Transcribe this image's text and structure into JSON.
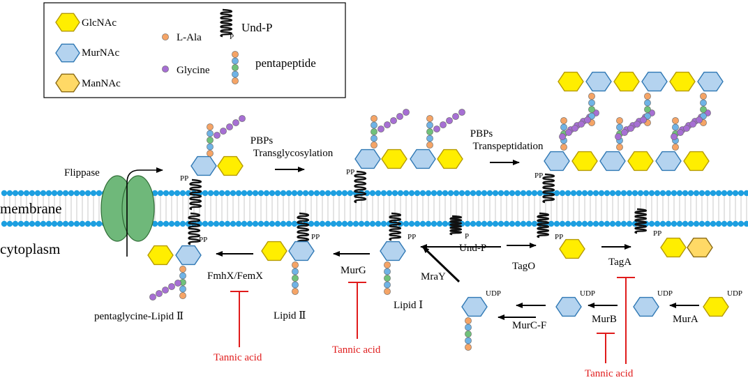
{
  "legend": {
    "glcnac": "GlcNAc",
    "murnac": "MurNAc",
    "mannac": "ManNAc",
    "l_ala": "L-Ala",
    "glycine": "Glycine",
    "und_p": "Und-P",
    "und_p_sub": "P",
    "pentapeptide": "pentapeptide"
  },
  "regions": {
    "membrane": "membrane",
    "cytoplasm": "cytoplasm"
  },
  "labels": {
    "flippase": "Flippase",
    "pbps1": "PBPs",
    "transglycosylation": "Transglycosylation",
    "pbps2": "PBPs",
    "transpeptidation": "Transpeptidation",
    "und_p": "Und-P",
    "mray": "MraY",
    "tago": "TagO",
    "taga": "TagA",
    "murg": "MurG",
    "fmhx": "FmhX/FemX",
    "murc_f": "MurC-F",
    "murb": "MurB",
    "mura": "MurA",
    "lipid1": "Lipid Ⅰ",
    "lipid2": "Lipid Ⅱ",
    "pentaglycine": "pentaglycine-Lipid Ⅱ",
    "pp": "PP",
    "p": "P",
    "udp": "UDP"
  },
  "inhibitor": {
    "name": "Tannic acid"
  },
  "colors": {
    "glcnac": "#ffee00",
    "murnac": "#b4d3ef",
    "mannac": "#ffd966",
    "l_ala": "#f5a466",
    "glycine": "#a66fd3",
    "green": "#70c17a",
    "blue": "#6fb3e6",
    "lipid_head": "#1d9fe0",
    "inhibit": "#e01b1b",
    "flippase": "#6fb87a"
  }
}
